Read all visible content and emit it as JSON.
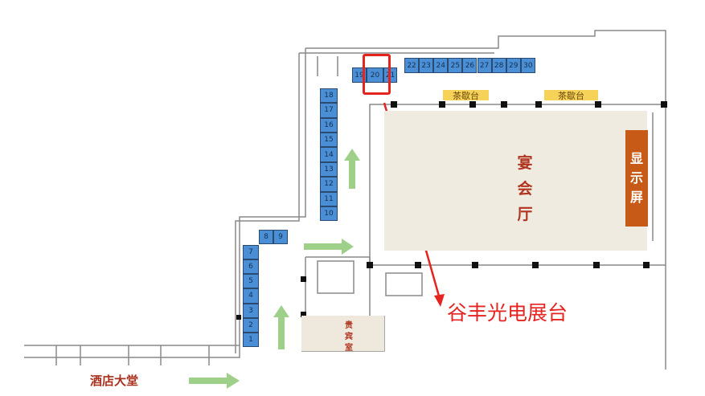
{
  "floor_plan": {
    "booths": [
      "1",
      "2",
      "3",
      "4",
      "5",
      "6",
      "7",
      "8",
      "9",
      "10",
      "11",
      "12",
      "13",
      "14",
      "15",
      "16",
      "17",
      "18",
      "19",
      "20",
      "21",
      "22",
      "23",
      "24",
      "25",
      "26",
      "27",
      "28",
      "29",
      "30"
    ],
    "banquet_hall": {
      "chars": [
        "宴",
        "会",
        "厅"
      ]
    },
    "display_screen": {
      "chars": [
        "显",
        "示",
        "屏"
      ]
    },
    "tea_stations": [
      "茶歇台",
      "茶歇台"
    ],
    "vip_room": {
      "chars": [
        "贵",
        "宾",
        "室"
      ]
    },
    "hotel_lobby": "酒店大堂",
    "highlighted_booth": "20",
    "callout_label": "谷丰光电展台"
  },
  "colors": {
    "booth": "#4a8fd6",
    "highlight": "#e52420",
    "arrow": "#9fd08a",
    "screen": "#c65a16",
    "tea": "#f7d258"
  }
}
